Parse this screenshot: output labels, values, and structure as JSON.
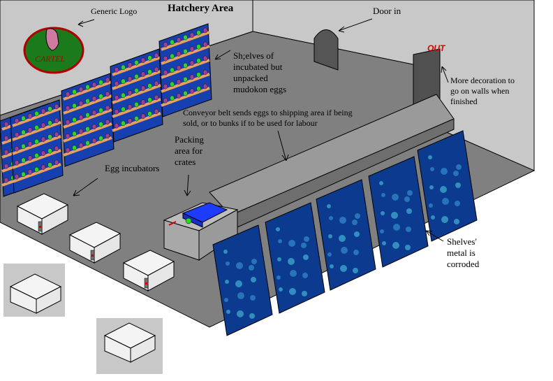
{
  "title": "Hatchery Area",
  "logo": {
    "caption": "Generic Logo",
    "text": "CARTEL"
  },
  "labels": {
    "door_in": "Door in",
    "out_sign": "OUT",
    "decoration": [
      "More decoration to",
      "go on walls when",
      "finished"
    ],
    "shelves_eggs": [
      "Sh;elves of",
      "incubated but",
      "unpacked",
      "mudokon eggs"
    ],
    "conveyor": [
      "Conveyor belt sends eggs to shipping area if being",
      "sold, or to bunks if to be used for labour"
    ],
    "packing": [
      "Packing",
      "area for",
      "crates"
    ],
    "incubators": "Egg incubators",
    "corroded": [
      "Shelves'",
      "metal is",
      "corroded"
    ]
  },
  "colors": {
    "wall": "#c8c8c8",
    "floor": "#808080",
    "panel_blue": "#0b3a8e",
    "label_text": "#000000",
    "out_red": "#e00000",
    "logo_green": "#1b7a1b",
    "logo_ring": "#b00000"
  },
  "icons": [
    "arrow-icon",
    "incubator-box-icon",
    "cartel-logo-icon",
    "mudokon-head-icon"
  ]
}
